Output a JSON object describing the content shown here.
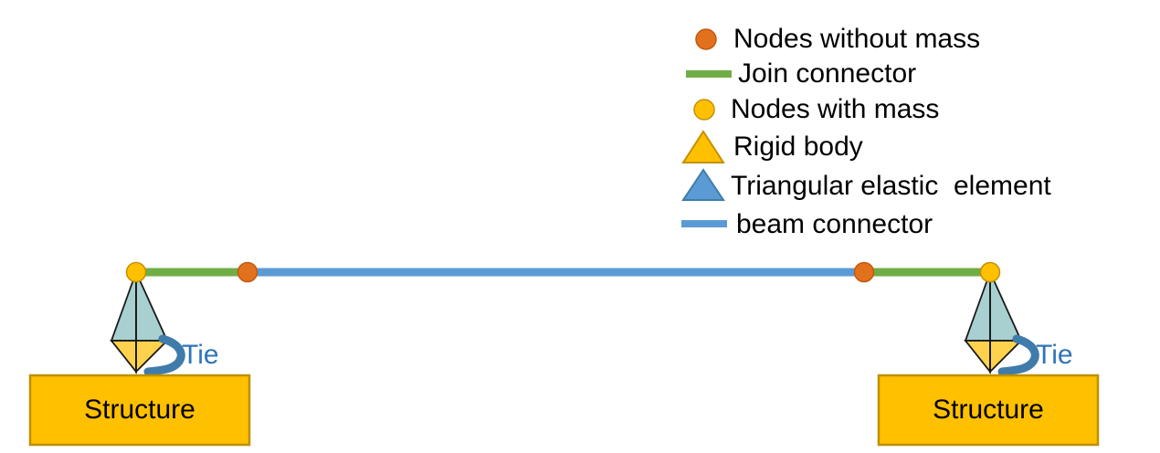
{
  "legend": {
    "items": [
      {
        "marker": "orange-dot-icon",
        "label": "Nodes without mass",
        "color": "#E2711D"
      },
      {
        "marker": "green-line-icon",
        "label": "Join connector",
        "color": "#70AD47"
      },
      {
        "marker": "yellow-dot-icon",
        "label": "Nodes with mass",
        "color": "#FFC000"
      },
      {
        "marker": "yellow-triangle-icon",
        "label": "Rigid body",
        "color": "#FFC000"
      },
      {
        "marker": "blue-triangle-icon",
        "label": "Triangular elastic  element",
        "color": "#5B9BD5"
      },
      {
        "marker": "blue-line-icon",
        "label": "beam connector",
        "color": "#5B9BD5"
      }
    ]
  },
  "diagram": {
    "left": {
      "structure_label": "Structure",
      "tie_label": "Tie"
    },
    "right": {
      "structure_label": "Structure",
      "tie_label": "Tie"
    }
  },
  "colors": {
    "node_without_mass": "#E2711D",
    "node_without_mass_stroke": "#C05A10",
    "node_with_mass": "#FFC000",
    "node_with_mass_stroke": "#C49000",
    "join_connector": "#70AD47",
    "beam_connector": "#5B9BD5",
    "structure_fill": "#FFC000",
    "structure_stroke": "#BF9000",
    "rigid_body_upper": "#A8D0D0",
    "rigid_body_lower": "#FFD24D",
    "element_outline": "#1A1A1A",
    "tie_curve": "#3F7CAB",
    "tie_text": "#2E75B6"
  }
}
